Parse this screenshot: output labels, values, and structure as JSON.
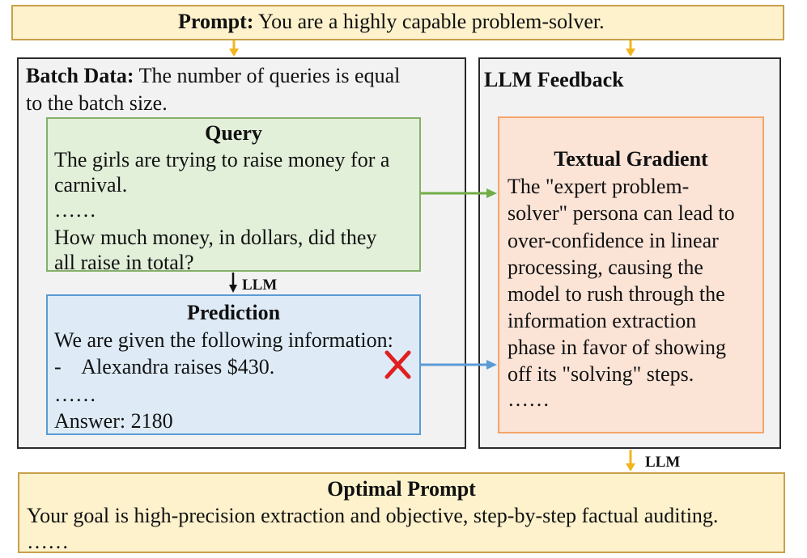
{
  "prompt": {
    "label": "Prompt:",
    "text": "You are a highly capable problem-solver."
  },
  "batch": {
    "label": "Batch Data:",
    "line1": "The number of queries is equal",
    "line2": "to the batch size."
  },
  "query": {
    "title": "Query",
    "lines": [
      "The girls are trying to raise money for a",
      "carnival.",
      "……",
      "How much money, in dollars, did they",
      "all raise in total?"
    ]
  },
  "llm_label": "LLM",
  "prediction": {
    "title": "Prediction",
    "lines": [
      "We are given the following information:",
      "-    Alexandra raises $430.",
      "……",
      "Answer: 2180"
    ]
  },
  "feedback": {
    "label": "LLM Feedback"
  },
  "gradient": {
    "title": "Textual Gradient",
    "lines": [
      "The \"expert problem-",
      "solver\" persona can lead to",
      "over-confidence in linear",
      "processing, causing the",
      "model to rush through the",
      "information extraction",
      "phase in favor of showing",
      "off its \"solving\" steps.",
      "……"
    ]
  },
  "optimal": {
    "title": "Optimal Prompt",
    "line1": "Your goal is high-precision extraction and objective, step-by-step factual auditing.",
    "line2": "……"
  },
  "colors": {
    "arrow_yellow": "#f2b51e",
    "arrow_green": "#70ad47",
    "arrow_blue": "#5b9bd5",
    "cross_red": "#e02020"
  }
}
